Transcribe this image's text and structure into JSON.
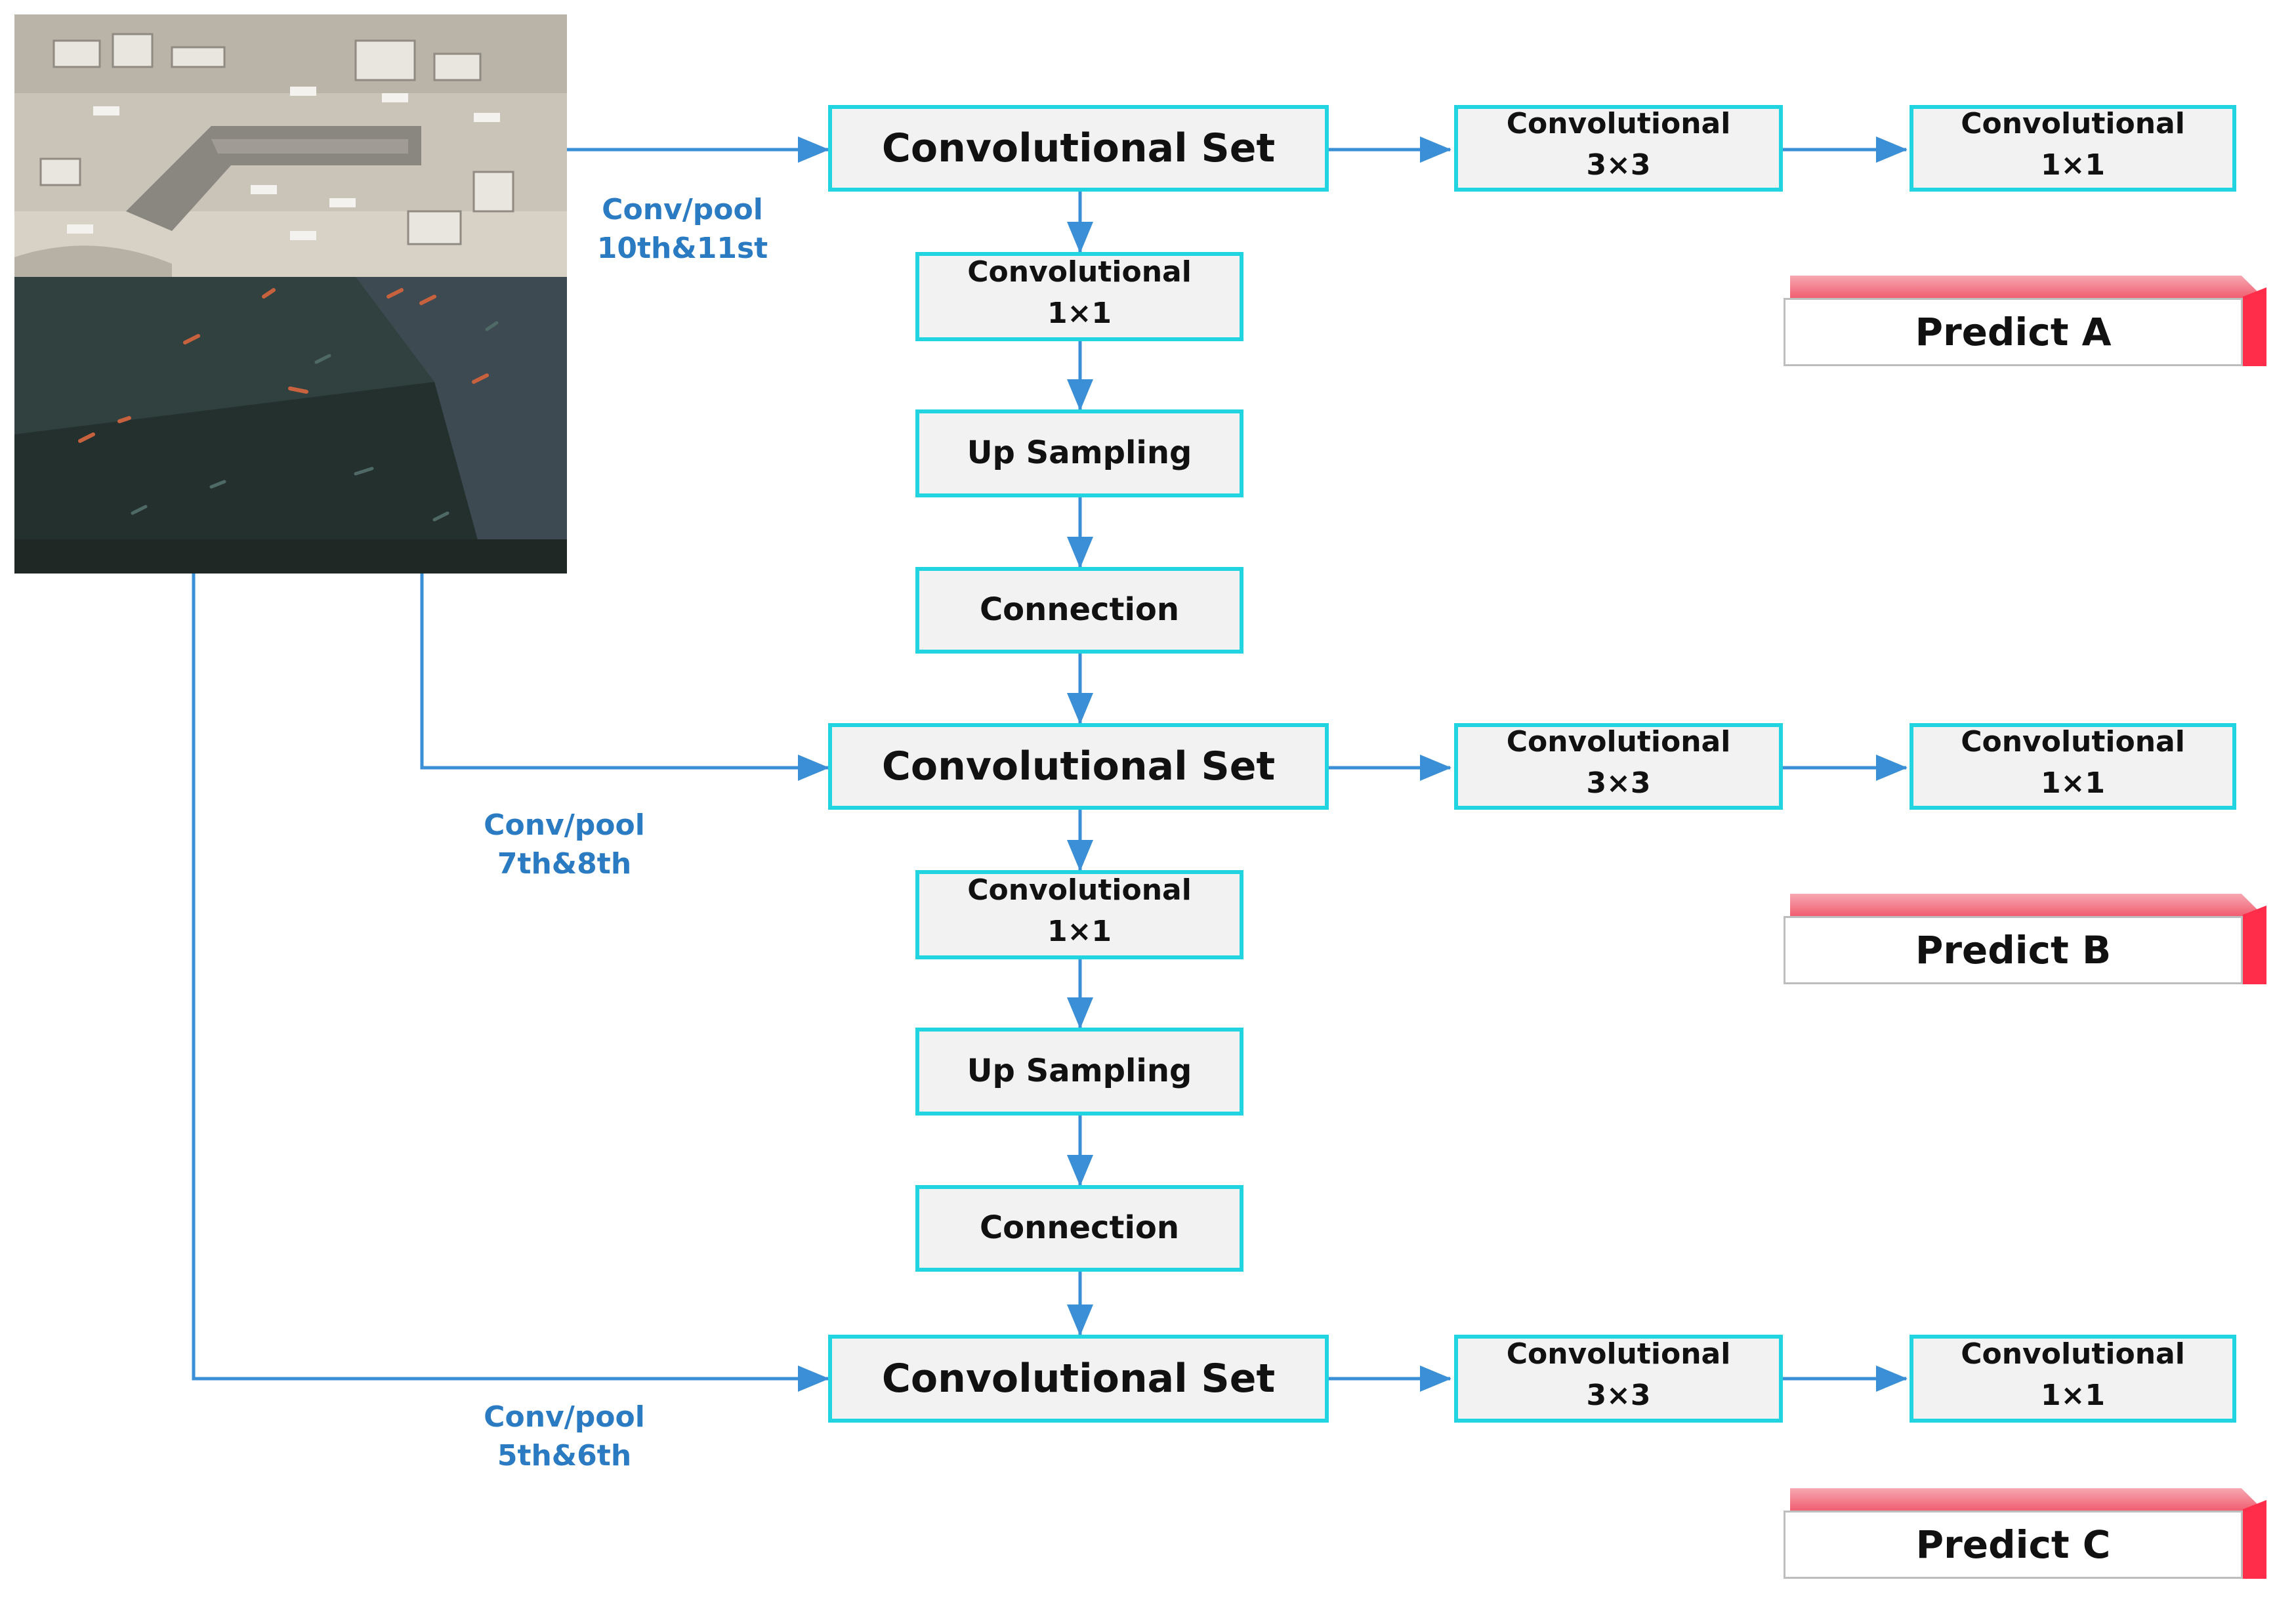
{
  "input": {
    "top_image": "airport-satellite-image",
    "bottom_image": "harbor-ships-satellite-image"
  },
  "branches": [
    {
      "label_line1": "Conv/pool",
      "label_line2": "10th&11st",
      "set_label": "Convolutional Set",
      "conv3": {
        "line1": "Convolutional",
        "line2": "3×3"
      },
      "conv1": {
        "line1": "Convolutional",
        "line2": "1×1"
      },
      "predict": "Predict A",
      "down": [
        {
          "line1": "Convolutional",
          "line2": "1×1"
        },
        {
          "line1": "Up Sampling"
        },
        {
          "line1": "Connection"
        }
      ]
    },
    {
      "label_line1": "Conv/pool",
      "label_line2": "7th&8th",
      "set_label": "Convolutional Set",
      "conv3": {
        "line1": "Convolutional",
        "line2": "3×3"
      },
      "conv1": {
        "line1": "Convolutional",
        "line2": "1×1"
      },
      "predict": "Predict B",
      "down": [
        {
          "line1": "Convolutional",
          "line2": "1×1"
        },
        {
          "line1": "Up Sampling"
        },
        {
          "line1": "Connection"
        }
      ]
    },
    {
      "label_line1": "Conv/pool",
      "label_line2": "5th&6th",
      "set_label": "Convolutional Set",
      "conv3": {
        "line1": "Convolutional",
        "line2": "3×3"
      },
      "conv1": {
        "line1": "Convolutional",
        "line2": "1×1"
      },
      "predict": "Predict C"
    }
  ],
  "colors": {
    "box_border": "#22d3e0",
    "box_fill": "#f2f2f2",
    "arrow": "#3a8fd6",
    "label_text": "#2b7bc2",
    "predict_accent": "#ff2d4a"
  }
}
